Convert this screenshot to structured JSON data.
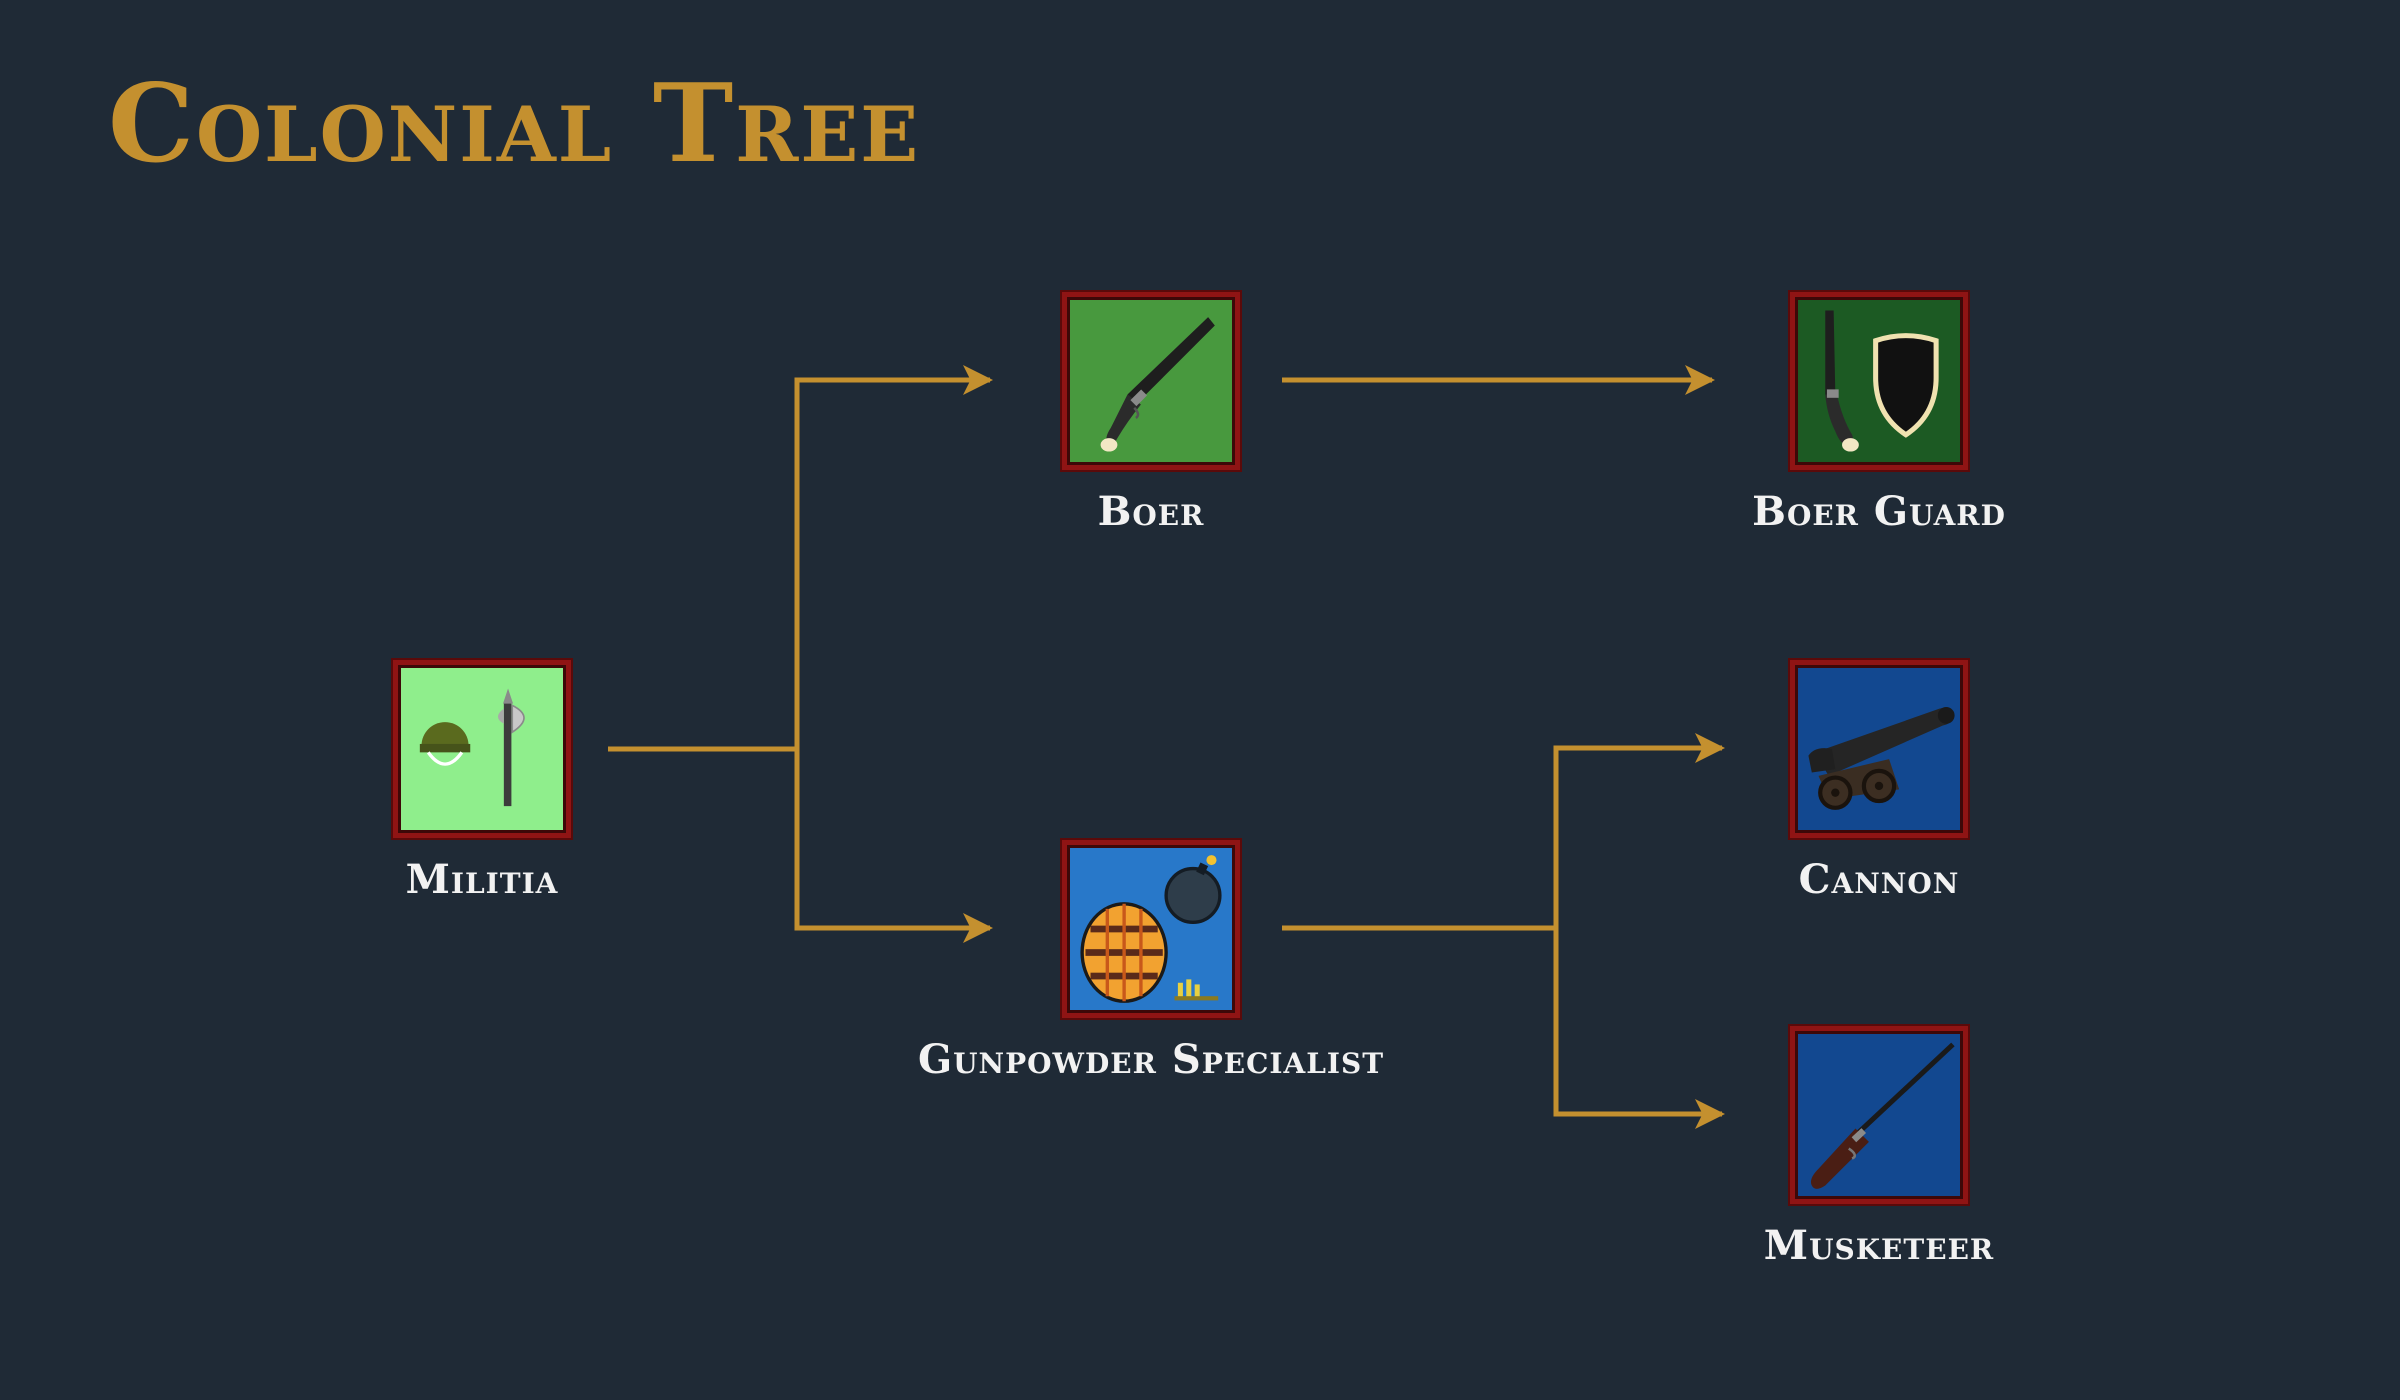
{
  "title": "Colonial Tree",
  "colors": {
    "background": "#1f2a36",
    "accent": "#c4902f",
    "tile_border": "#8f1414",
    "label": "#f2f2f2"
  },
  "nodes": [
    {
      "id": "militia",
      "label": "Militia",
      "icon": "helmet-and-halberd-icon"
    },
    {
      "id": "boer",
      "label": "Boer",
      "icon": "flintlock-pistol-icon"
    },
    {
      "id": "gunpowder-specialist",
      "label": "Gunpowder Specialist",
      "icon": "powder-keg-and-bomb-icon"
    },
    {
      "id": "boer-guard",
      "label": "Boer Guard",
      "icon": "pistol-and-shield-icon"
    },
    {
      "id": "cannon",
      "label": "Cannon",
      "icon": "cannon-icon"
    },
    {
      "id": "musketeer",
      "label": "Musketeer",
      "icon": "musket-icon"
    }
  ]
}
